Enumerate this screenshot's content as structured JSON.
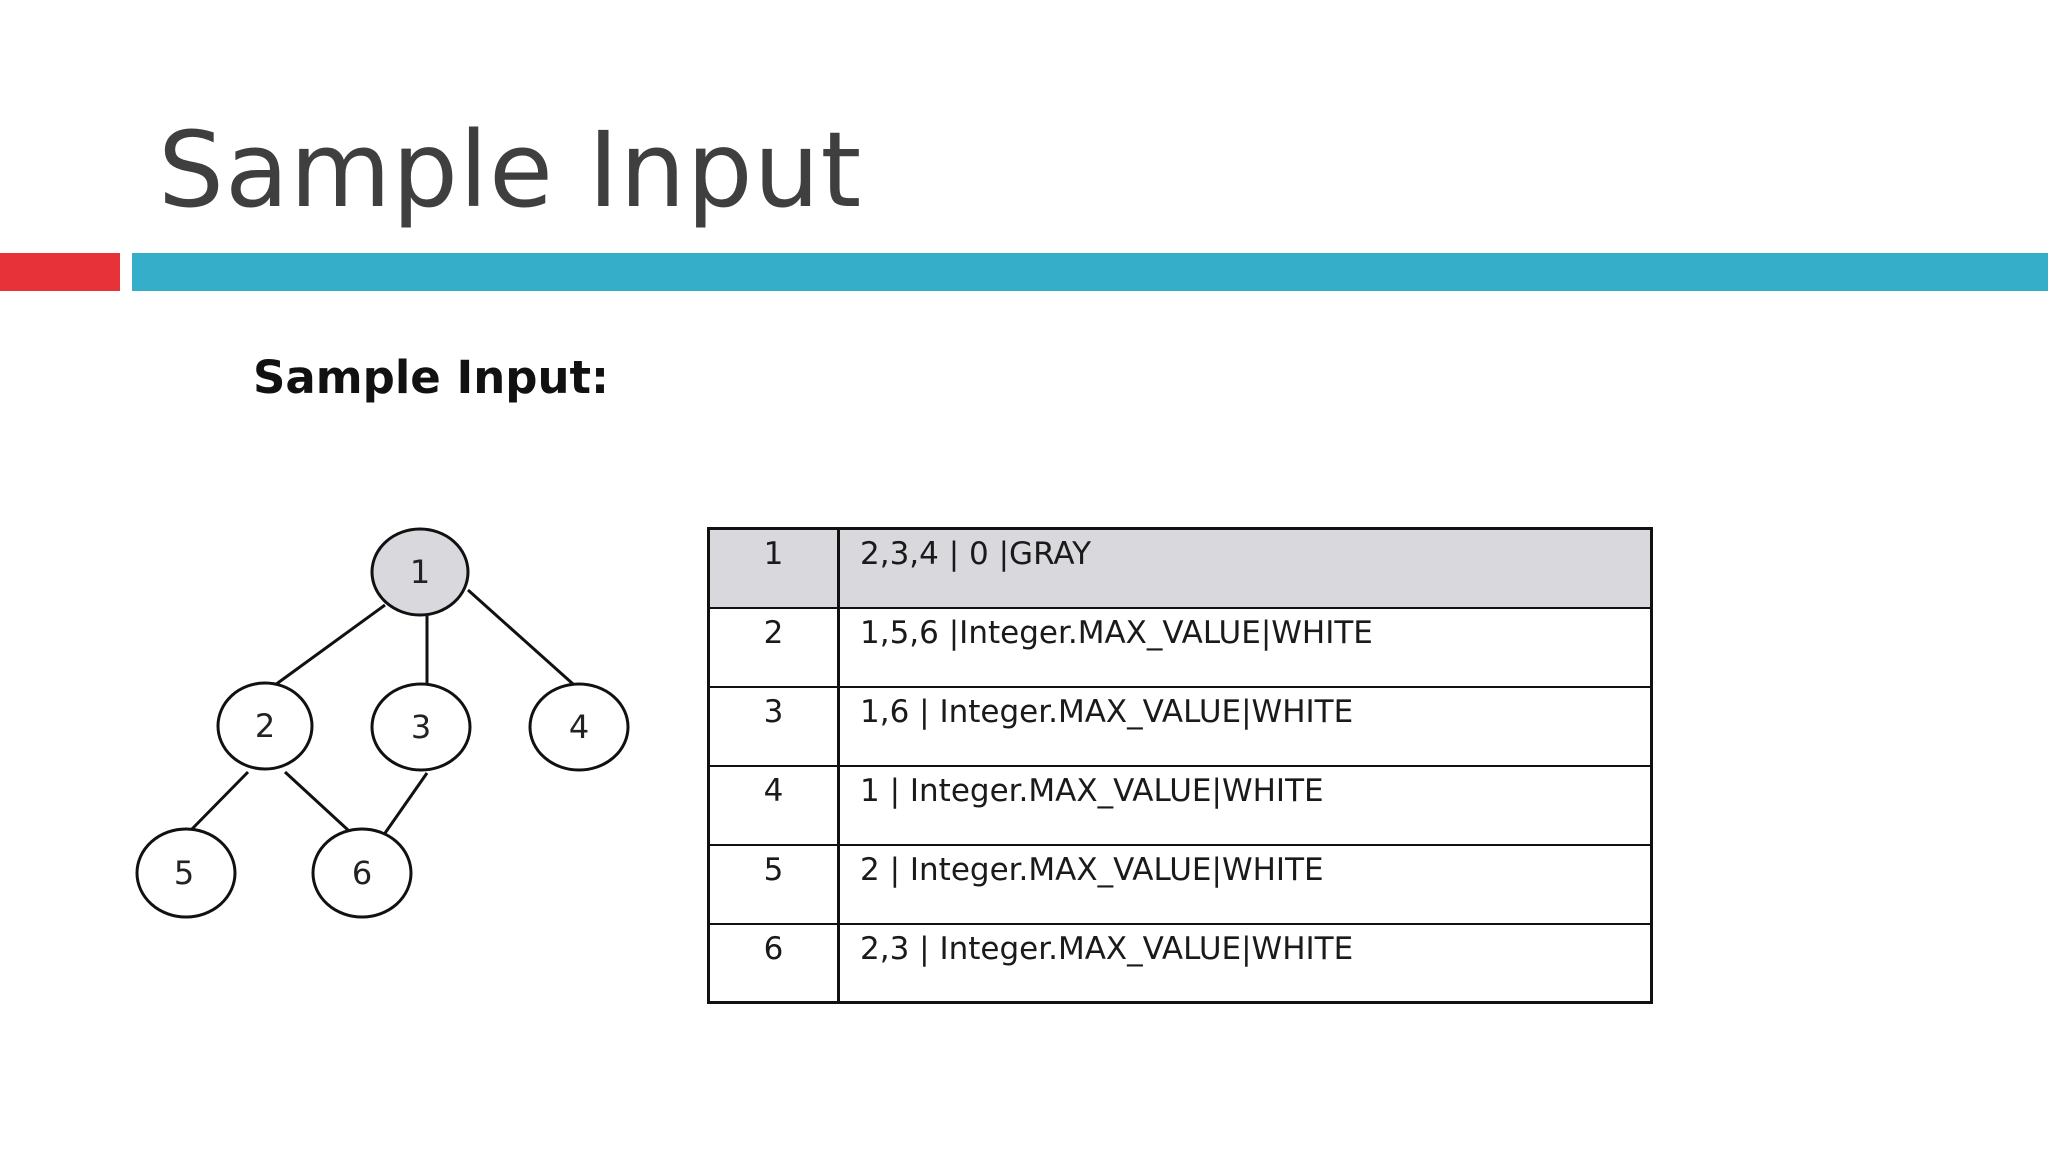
{
  "slide": {
    "title": "Sample Input",
    "subheading": "Sample Input:",
    "colors": {
      "accent_red": "#e8323a",
      "accent_blue": "#35aeca",
      "highlight_gray": "#d9d8dc"
    }
  },
  "graph": {
    "nodes": [
      {
        "id": "1",
        "label": "1",
        "highlighted": true
      },
      {
        "id": "2",
        "label": "2",
        "highlighted": false
      },
      {
        "id": "3",
        "label": "3",
        "highlighted": false
      },
      {
        "id": "4",
        "label": "4",
        "highlighted": false
      },
      {
        "id": "5",
        "label": "5",
        "highlighted": false
      },
      {
        "id": "6",
        "label": "6",
        "highlighted": false
      }
    ],
    "edges": [
      [
        "1",
        "2"
      ],
      [
        "1",
        "3"
      ],
      [
        "1",
        "4"
      ],
      [
        "2",
        "5"
      ],
      [
        "2",
        "6"
      ],
      [
        "3",
        "6"
      ]
    ]
  },
  "table": {
    "rows": [
      {
        "node": "1",
        "value": "2,3,4 | 0 |GRAY",
        "highlighted": true
      },
      {
        "node": "2",
        "value": "1,5,6 |Integer.MAX_VALUE|WHITE",
        "highlighted": false
      },
      {
        "node": "3",
        "value": "1,6 | Integer.MAX_VALUE|WHITE",
        "highlighted": false
      },
      {
        "node": "4",
        "value": "1 | Integer.MAX_VALUE|WHITE",
        "highlighted": false
      },
      {
        "node": "5",
        "value": "2 | Integer.MAX_VALUE|WHITE",
        "highlighted": false
      },
      {
        "node": "6",
        "value": "2,3 | Integer.MAX_VALUE|WHITE",
        "highlighted": false
      }
    ]
  }
}
